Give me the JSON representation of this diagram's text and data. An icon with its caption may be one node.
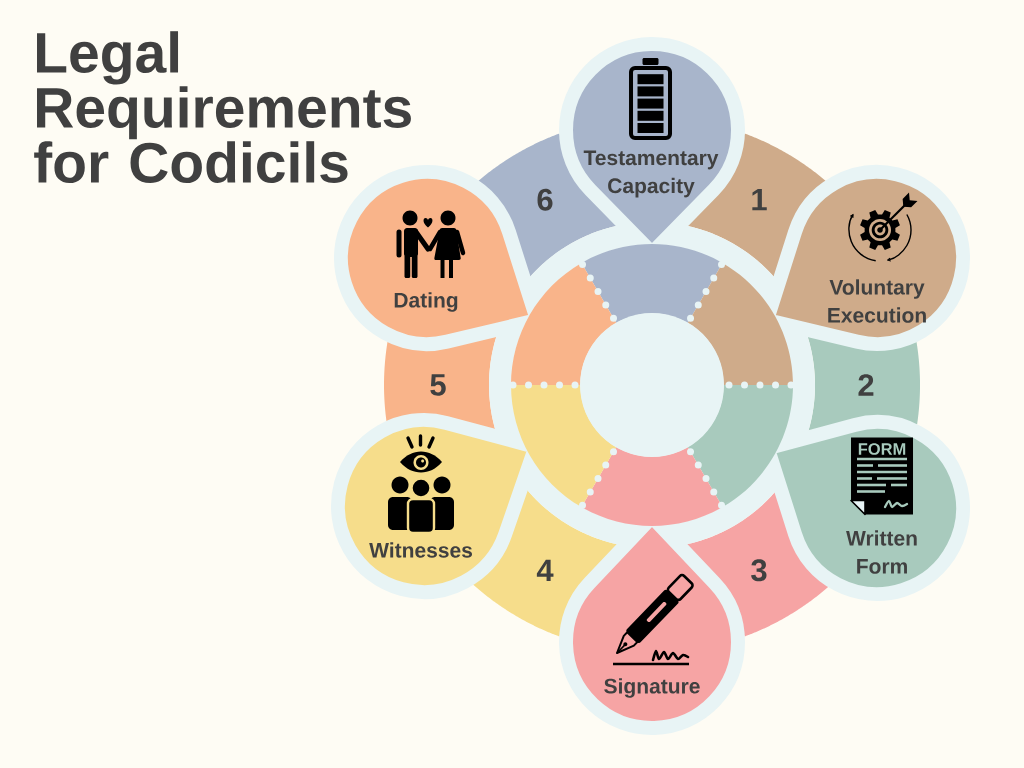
{
  "diagram": {
    "title": "Legal Requirements for Codicils",
    "nodes": [
      {
        "text": [
          "Testamentary Capacity"
        ]
      },
      {
        "text": [
          "1"
        ]
      },
      {
        "text": [
          "Voluntary Execution"
        ]
      },
      {
        "text": [
          "2"
        ]
      },
      {
        "text": [
          "FORM",
          "Written Form"
        ]
      },
      {
        "text": [
          "3"
        ]
      },
      {
        "text": [
          "Signature"
        ]
      },
      {
        "text": [
          "4"
        ]
      },
      {
        "text": [
          "Witnesses"
        ]
      },
      {
        "text": [
          "5"
        ]
      },
      {
        "text": [
          "Dating"
        ]
      },
      {
        "text": [
          "6"
        ]
      },
      {
        "text": [],
        "shape": "circle"
      }
    ]
  }
}
